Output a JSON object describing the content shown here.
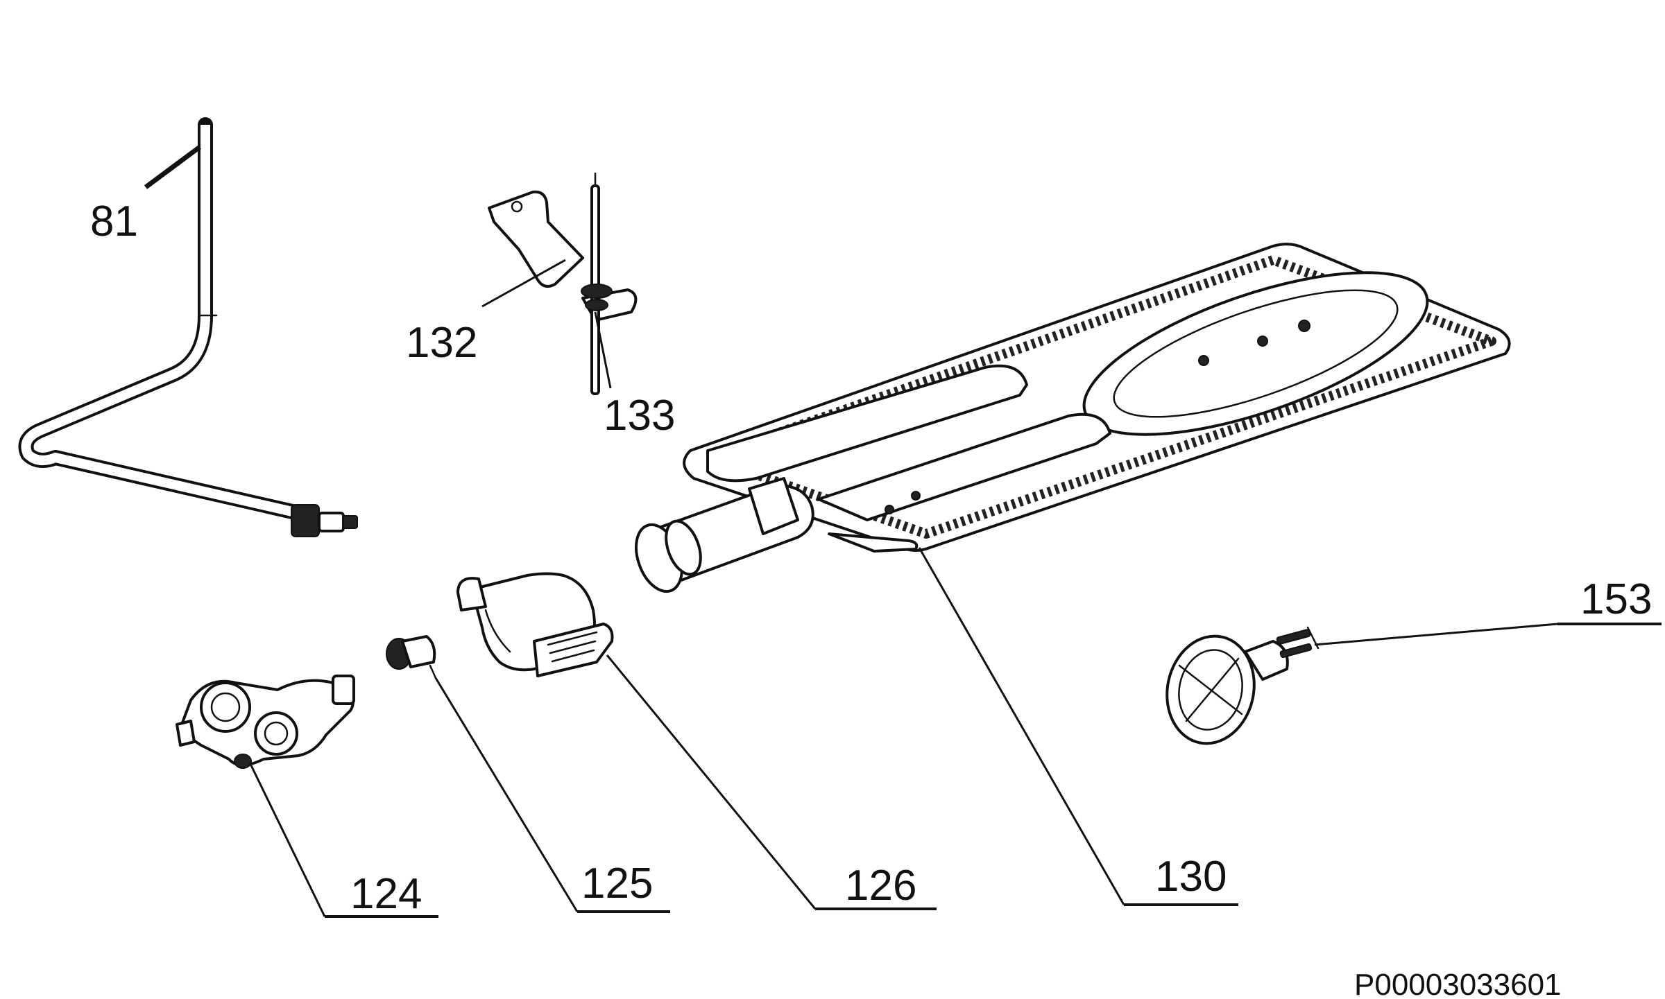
{
  "parts": [
    {
      "id": "81",
      "label": "81"
    },
    {
      "id": "132",
      "label": "132"
    },
    {
      "id": "133",
      "label": "133"
    },
    {
      "id": "124",
      "label": "124"
    },
    {
      "id": "125",
      "label": "125"
    },
    {
      "id": "126",
      "label": "126"
    },
    {
      "id": "130",
      "label": "130"
    },
    {
      "id": "153",
      "label": "153"
    }
  ],
  "drawing_code": "P00003033601"
}
